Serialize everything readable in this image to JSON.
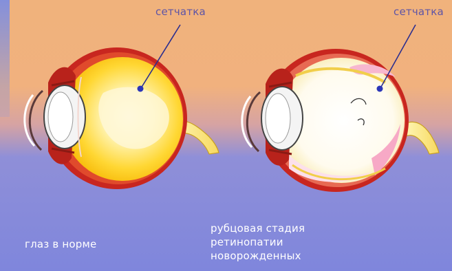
{
  "labels": {
    "retina_left": "сетчатка",
    "retina_right": "сетчатка",
    "normal_eye": "глаз в норме",
    "rop_line1": "рубцовая стадия",
    "rop_line2": "ретинопатии",
    "rop_line3": "новорожденных"
  },
  "colors": {
    "sky_top": "#f0b27c",
    "sky_bottom": "#7f86dc",
    "label_top": "#5d54a6",
    "label_bottom": "#ffffff",
    "sclera": "#d53d2e",
    "vitreous": "#fcd23a",
    "pointer_dot": "#2b36b8"
  }
}
